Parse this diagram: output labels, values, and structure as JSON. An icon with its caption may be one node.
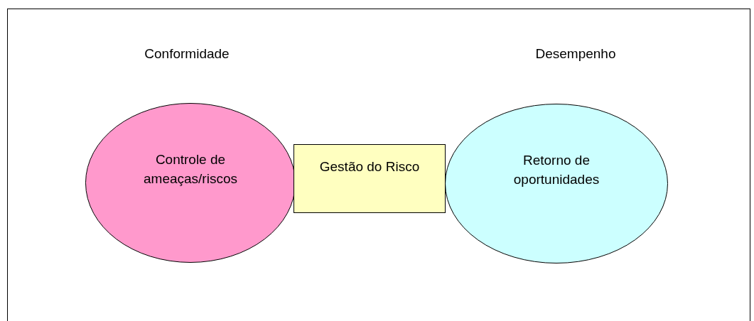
{
  "diagram": {
    "nodes": [
      {
        "text": [
          "Controle de ameaças/riscos"
        ],
        "beside": [
          "Conformidade"
        ]
      },
      {
        "text": [
          "Gestão do Risco"
        ]
      },
      {
        "text": [
          "Retorno de oportunidades"
        ],
        "beside": [
          "Desempenho"
        ]
      }
    ]
  }
}
